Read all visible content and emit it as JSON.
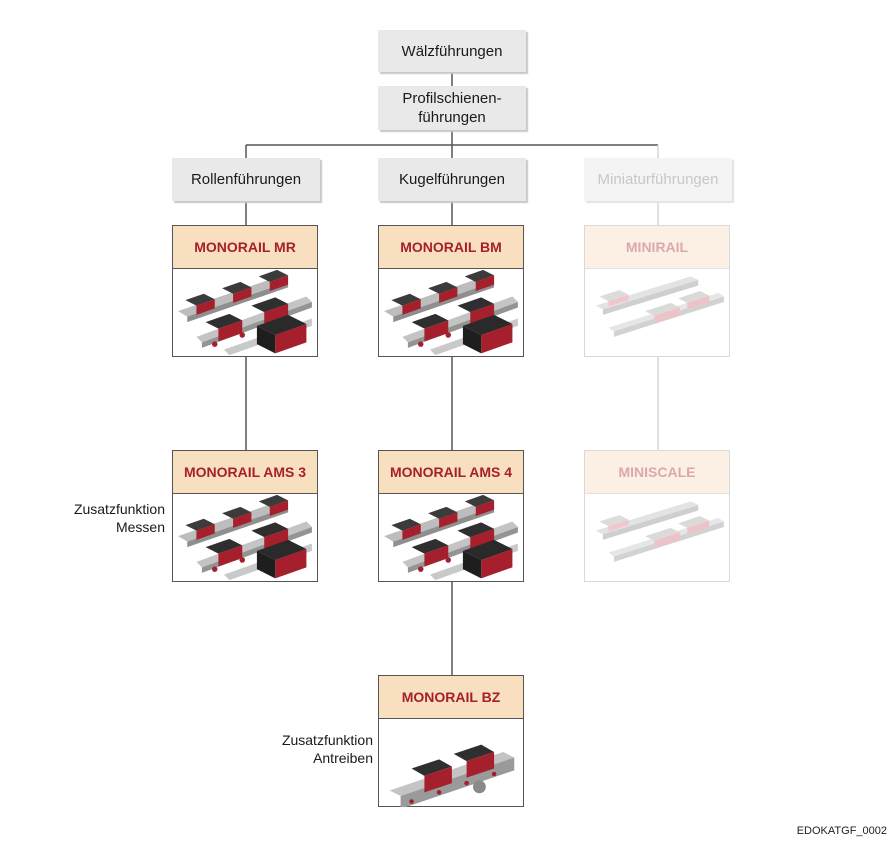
{
  "nodes": {
    "root": "Wälzführungen",
    "profile_line1": "Profilschienen-",
    "profile_line2": "führungen",
    "roller": "Rollenführungen",
    "ball": "Kugelführungen",
    "mini": "Miniaturführungen"
  },
  "cards": {
    "mr": "MONORAIL MR",
    "bm": "MONORAIL BM",
    "minirail": "MINIRAIL",
    "ams3": "MONORAIL AMS 3",
    "ams4": "MONORAIL AMS 4",
    "miniscale": "MINISCALE",
    "bz": "MONORAIL BZ"
  },
  "side_labels": {
    "measure_line1": "Zusatzfunktion",
    "measure_line2": "Messen",
    "drive_line1": "Zusatzfunktion",
    "drive_line2": "Antreiben"
  },
  "image_code": "EDOKATGF_0002",
  "colors": {
    "card_header": "#f8dfc0",
    "card_title": "#a51f2d",
    "box_fill": "#e9e9e9",
    "faded_text": "#c7c7c7",
    "connector": "#555555"
  }
}
